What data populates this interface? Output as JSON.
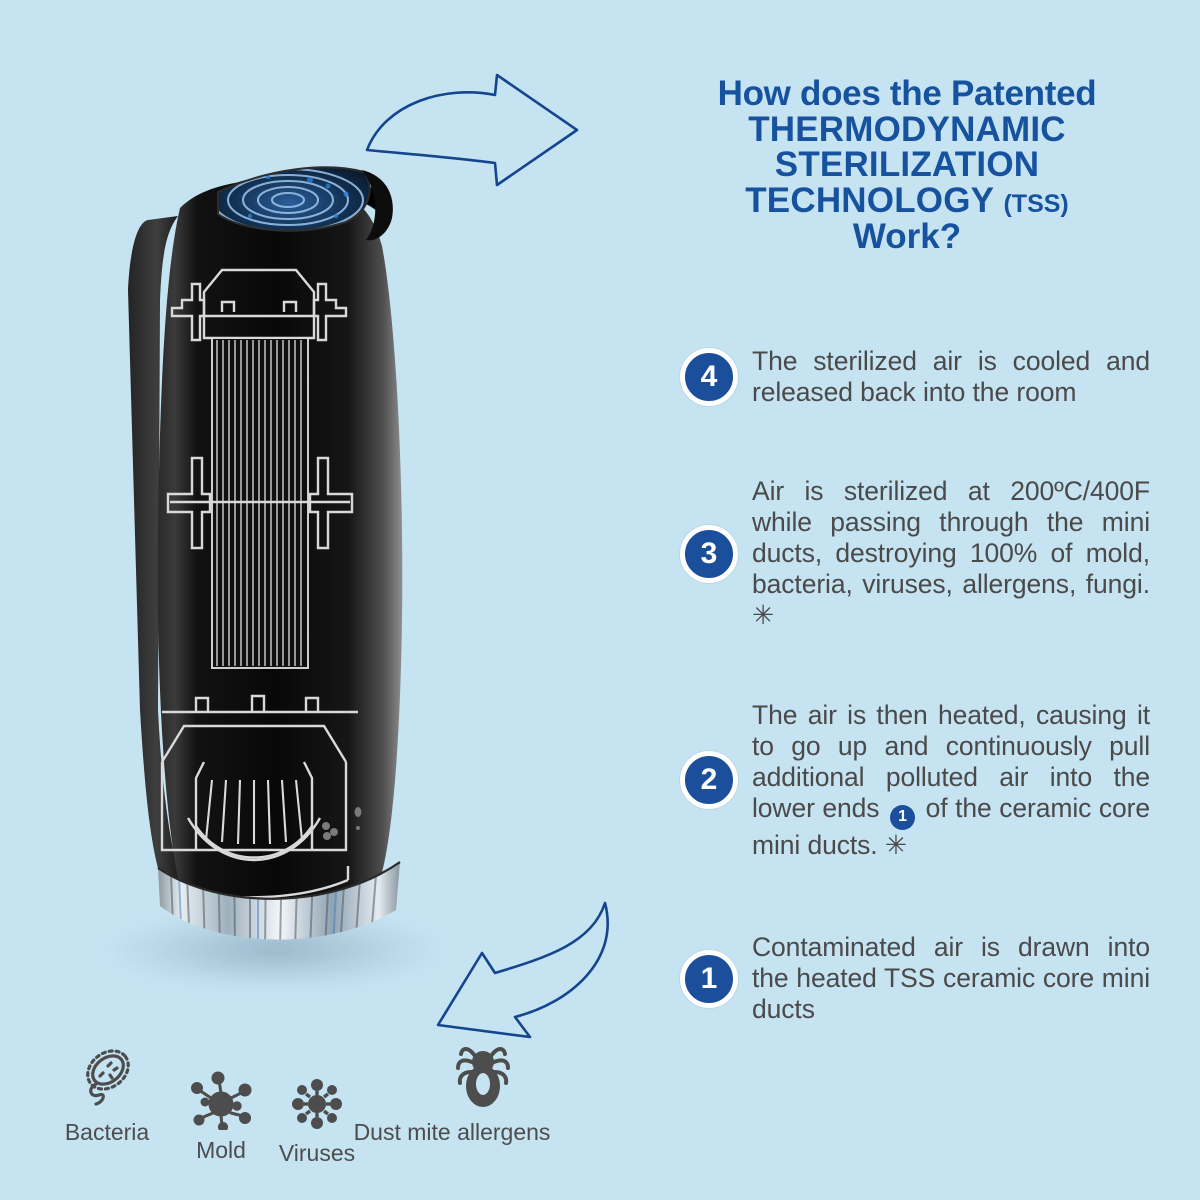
{
  "colors": {
    "background": "#c6e3f2",
    "title_blue": "#17529e",
    "badge_blue": "#1b4f9c",
    "badge_ring": "#ffffff",
    "body_text": "#4a4a4a",
    "arrow_stroke": "#14458f",
    "device_black": "#0b0b0b",
    "schematic_line": "#d8d8d8",
    "germ_icon": "#4d4d4d"
  },
  "title": {
    "line1": "How does the Patented",
    "line2": "THERMODYNAMIC",
    "line3": "STERILIZATION",
    "line4": "TECHNOLOGY",
    "line4_suffix": "(TSS)",
    "line5": "Work?"
  },
  "steps": [
    {
      "number": "4",
      "text": "The sterilized air is cooled and released back into the room"
    },
    {
      "number": "3",
      "text": "Air is sterilized at 200ºC/400F while passing through the mini ducts, destroying 100% of mold, bacteria, viruses, allergens, fungi. ✳"
    },
    {
      "number": "2",
      "text_before": "The air is then heated, causing it to go up and continuously pull additional polluted air into the lower ends",
      "inline_badge": "1",
      "text_after": "of the ceramic core mini ducts. ✳"
    },
    {
      "number": "1",
      "text": "Contaminated air is drawn into the heated TSS ceramic core mini ducts"
    }
  ],
  "germs": [
    {
      "icon": "bacteria-icon",
      "label": "Bacteria"
    },
    {
      "icon": "mold-icon",
      "label": "Mold"
    },
    {
      "icon": "virus-icon",
      "label": "Viruses"
    },
    {
      "icon": "dust-mite-icon",
      "label": "Dust mite allergens"
    }
  ],
  "arrows": [
    {
      "name": "airflow-out-arrow",
      "direction": "right-up"
    },
    {
      "name": "airflow-in-arrow",
      "direction": "down-left"
    }
  ],
  "device": {
    "name": "air-purifier",
    "schematics": [
      "ceramic-core-top-bracket",
      "mini-ducts",
      "mid-bracket",
      "blower-fan",
      "base-line"
    ]
  }
}
